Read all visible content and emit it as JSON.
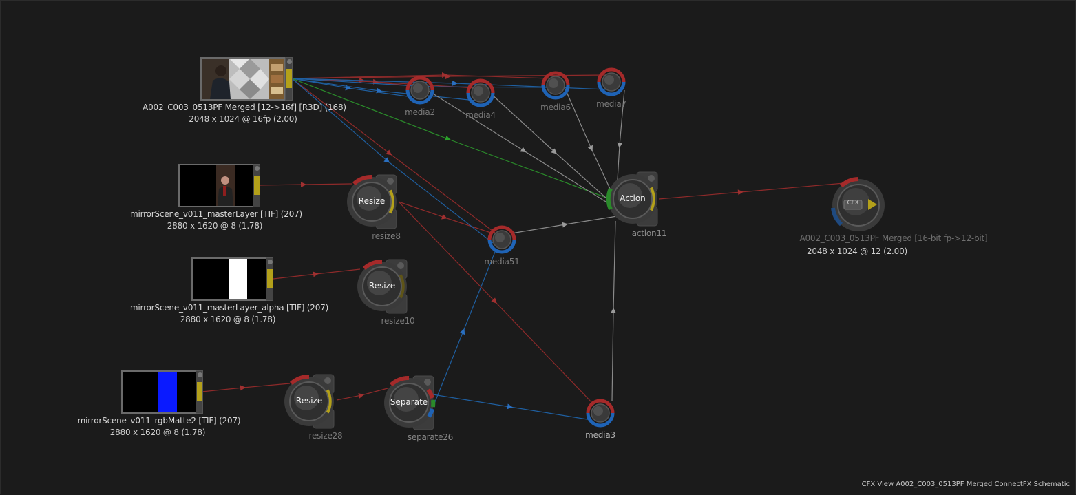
{
  "view_title": "CFX View A002_C003_0513PF Merged ConnectFX Schematic",
  "colors": {
    "background": "#1b1b1b",
    "red_link": "#8e2a2a",
    "blue_link": "#1f5fa0",
    "green_link": "#2a8a2a",
    "gray_link": "#8a8a8a",
    "output_tab": "#b3a01a"
  },
  "clips": [
    {
      "name": "A002_C003_0513PF Merged [12->16f] [R3D] (168)",
      "info": "2048 x 1024 @ 16fp (2.00)"
    },
    {
      "name": "mirrorScene_v011_masterLayer [TIF] (207)",
      "info": "2880 x 1620 @ 8 (1.78)"
    },
    {
      "name": "mirrorScene_v011_masterLayer_alpha [TIF] (207)",
      "info": "2880 x 1620 @ 8 (1.78)"
    },
    {
      "name": "mirrorScene_v011_rgbMatte2 [TIF] (207)",
      "info": "2880 x 1620 @ 8 (1.78)"
    }
  ],
  "nodes": {
    "media2": "media2",
    "media4": "media4",
    "media6": "media6",
    "media7": "media7",
    "media51": "media51",
    "media3": "media3",
    "resize8": {
      "button": "Resize",
      "name": "resize8"
    },
    "resize10": {
      "button": "Resize",
      "name": "resize10"
    },
    "resize28": {
      "button": "Resize",
      "name": "resize28"
    },
    "separate26": {
      "button": "Separate",
      "name": "separate26"
    },
    "action11": {
      "button": "Action",
      "name": "action11"
    },
    "output": {
      "badge": "CFX",
      "name": "A002_C003_0513PF Merged [16-bit fp->12-bit]",
      "info": "2048 x 1024 @ 12 (2.00)"
    }
  },
  "icons": {
    "output_play": "play-triangle-icon",
    "media_dot": "sphere-icon"
  }
}
